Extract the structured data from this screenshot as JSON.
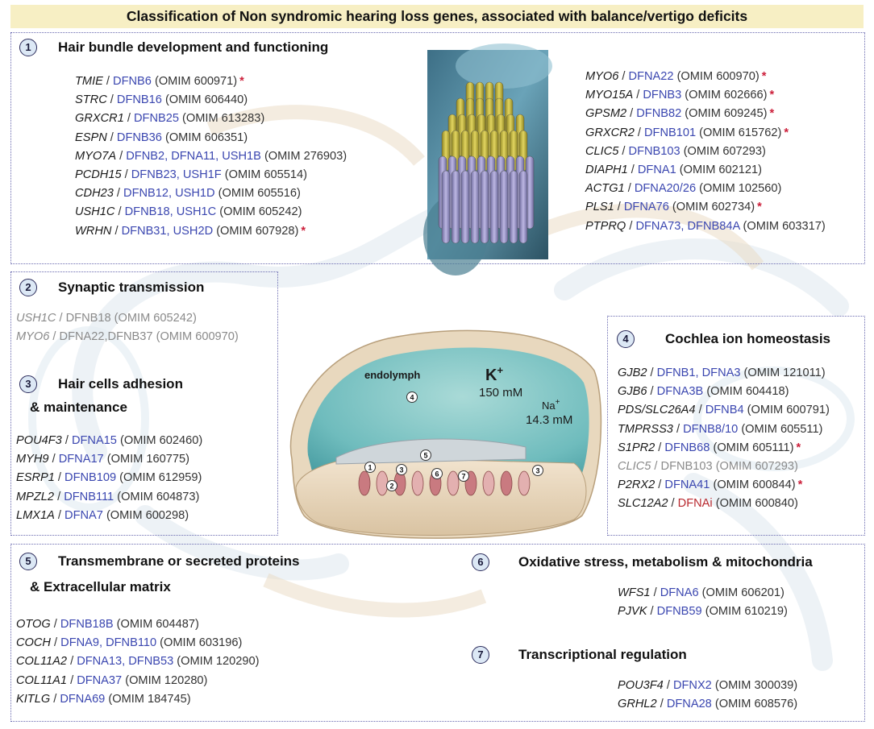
{
  "title": "Classification of Non syndromic hearing loss genes, associated with balance/vertigo deficits",
  "colors": {
    "title_bg": "#f7efc4",
    "dfn_link": "#3b47b0",
    "star": "#cc1f3a",
    "box_border": "#6a6ab0"
  },
  "sections": {
    "s1": {
      "num": "1",
      "title": "Hair bundle development and functioning",
      "left": [
        {
          "gene": "TMIE",
          "dfn": "DFNB6",
          "omim": "(OMIM 600971)",
          "star": "*"
        },
        {
          "gene": "STRC",
          "dfn": "DFNB16",
          "omim": "(OMIM 606440)",
          "star": ""
        },
        {
          "gene": "GRXCR1",
          "dfn": "DFNB25",
          "omim": "(OMIM 613283)",
          "star": ""
        },
        {
          "gene": "ESPN",
          "dfn": "DFNB36",
          "omim": "(OMIM 606351)",
          "star": ""
        },
        {
          "gene": "MYO7A",
          "dfn": "DFNB2, DFNA11, USH1B",
          "omim": "(OMIM 276903)",
          "star": ""
        },
        {
          "gene": "PCDH15",
          "dfn": "DFNB23, USH1F",
          "omim": "(OMIM 605514)",
          "star": ""
        },
        {
          "gene": "CDH23",
          "dfn": "DFNB12, USH1D",
          "omim": "(OMIM 605516)",
          "star": ""
        },
        {
          "gene": "USH1C",
          "dfn": "DFNB18, USH1C",
          "omim": "(OMIM 605242)",
          "star": ""
        },
        {
          "gene": "WRHN",
          "dfn": "DFNB31, USH2D",
          "omim": "(OMIM 607928)",
          "star": "*"
        }
      ],
      "right": [
        {
          "gene": "MYO6",
          "dfn": "DFNA22",
          "omim": "(OMIM 600970)",
          "star": "*"
        },
        {
          "gene": "MYO15A",
          "dfn": "DFNB3",
          "omim": "(OMIM 602666)",
          "star": "*"
        },
        {
          "gene": "GPSM2",
          "dfn": "DFNB82",
          "omim": "(OMIM 609245)",
          "star": "*"
        },
        {
          "gene": "GRXCR2",
          "dfn": "DFNB101",
          "omim": "(OMIM 615762)",
          "star": "*"
        },
        {
          "gene": "CLIC5",
          "dfn": "DFNB103",
          "omim": "(OMIM 607293)",
          "star": ""
        },
        {
          "gene": "DIAPH1",
          "dfn": "DFNA1",
          "omim": "(OMIM 602121)",
          "star": ""
        },
        {
          "gene": "ACTG1",
          "dfn": "DFNA20/26",
          "omim": "(OMIM 102560)",
          "star": ""
        },
        {
          "gene": "PLS1",
          "dfn": "DFNA76",
          "omim": "(OMIM 602734)",
          "star": "*"
        },
        {
          "gene": "PTPRQ",
          "dfn": "DFNA73, DFNB84A",
          "omim": "(OMIM 603317)",
          "star": ""
        }
      ]
    },
    "s2": {
      "num": "2",
      "title": "Synaptic transmission",
      "genes": [
        {
          "gene": "USH1C",
          "dfn": "DFNB18",
          "omim": "(OMIM 605242)",
          "star": ""
        },
        {
          "gene": "MYO6",
          "dfn": "DFNA22,DFNB37",
          "omim": "(OMIM 600970)",
          "star": ""
        }
      ]
    },
    "s3": {
      "num": "3",
      "title_line1": "Hair cells adhesion",
      "title_line2": "& maintenance",
      "genes": [
        {
          "gene": "POU4F3",
          "dfn": "DFNA15",
          "omim": "(OMIM 602460)",
          "star": ""
        },
        {
          "gene": "MYH9",
          "dfn": "DFNA17",
          "omim": "(OMIM 160775)",
          "star": ""
        },
        {
          "gene": "ESRP1",
          "dfn": "DFNB109",
          "omim": "(OMIM 612959)",
          "star": ""
        },
        {
          "gene": "MPZL2",
          "dfn": "DFNB111",
          "omim": "(OMIM 604873)",
          "star": ""
        },
        {
          "gene": "LMX1A",
          "dfn": "DFNA7",
          "omim": "(OMIM 600298)",
          "star": ""
        }
      ]
    },
    "s4": {
      "num": "4",
      "title": "Cochlea ion homeostasis",
      "genes": [
        {
          "gene": "GJB2",
          "dfn": "DFNB1, DFNA3",
          "omim": "(OMIM 121011)",
          "star": ""
        },
        {
          "gene": "GJB6",
          "dfn": "DFNA3B",
          "omim": "(OMIM 604418)",
          "star": ""
        },
        {
          "gene": "PDS/SLC26A4",
          "dfn": "DFNB4",
          "omim": "(OMIM 600791)",
          "star": ""
        },
        {
          "gene": "TMPRSS3",
          "dfn": "DFNB8/10",
          "omim": "(OMIM 605511)",
          "star": ""
        },
        {
          "gene": "S1PR2",
          "dfn": "DFNB68",
          "omim": "(OMIM 605111)",
          "star": "*"
        },
        {
          "gene": "CLIC5",
          "dfn": "DFNB103",
          "omim": "(OMIM 607293)",
          "star": ""
        },
        {
          "gene": "P2RX2",
          "dfn": "DFNA41",
          "omim": "(OMIM 600844)",
          "star": "*"
        },
        {
          "gene": "SLC12A2",
          "dfn": "DFNAi",
          "omim": "(OMIM 600840)",
          "star": ""
        }
      ]
    },
    "s5": {
      "num": "5",
      "title_line1": "Transmembrane or secreted proteins",
      "title_line2": "& Extracellular matrix",
      "genes": [
        {
          "gene": "OTOG",
          "dfn": "DFNB18B",
          "omim": "(OMIM 604487)",
          "star": ""
        },
        {
          "gene": "COCH",
          "dfn": "DFNA9, DFNB110",
          "omim": "(OMIM 603196)",
          "star": ""
        },
        {
          "gene": "COL11A2",
          "dfn": "DFNA13, DFNB53",
          "omim": "(OMIM 120290)",
          "star": ""
        },
        {
          "gene": "COL11A1",
          "dfn": "DFNA37",
          "omim": "(OMIM 120280)",
          "star": ""
        },
        {
          "gene": "KITLG",
          "dfn": "DFNA69",
          "omim": "(OMIM 184745)",
          "star": ""
        }
      ]
    },
    "s6": {
      "num": "6",
      "title": "Oxidative stress, metabolism & mitochondria",
      "genes": [
        {
          "gene": "WFS1",
          "dfn": "DFNA6",
          "omim": "(OMIM 606201)",
          "star": ""
        },
        {
          "gene": "PJVK",
          "dfn": "DFNB59",
          "omim": "(OMIM 610219)",
          "star": ""
        }
      ]
    },
    "s7": {
      "num": "7",
      "title": "Transcriptional regulation",
      "genes": [
        {
          "gene": "POU3F4",
          "dfn": "DFNX2",
          "omim": "(OMIM 300039)",
          "star": ""
        },
        {
          "gene": "GRHL2",
          "dfn": "DFNA28",
          "omim": "(OMIM 608576)",
          "star": ""
        }
      ]
    }
  },
  "cochlea": {
    "endolymph": "endolymph",
    "k_symbol": "K",
    "k_sup": "+",
    "k_conc": "150 mM",
    "na_symbol": "Na",
    "na_sup": "+",
    "na_conc": "14.3 mM",
    "markers": [
      "4",
      "1",
      "2",
      "3",
      "5",
      "6",
      "7",
      "3"
    ]
  },
  "images": {
    "hair_bundle": "hair-bundle-micrograph",
    "cochlea": "cochlear-duct-cross-section"
  }
}
